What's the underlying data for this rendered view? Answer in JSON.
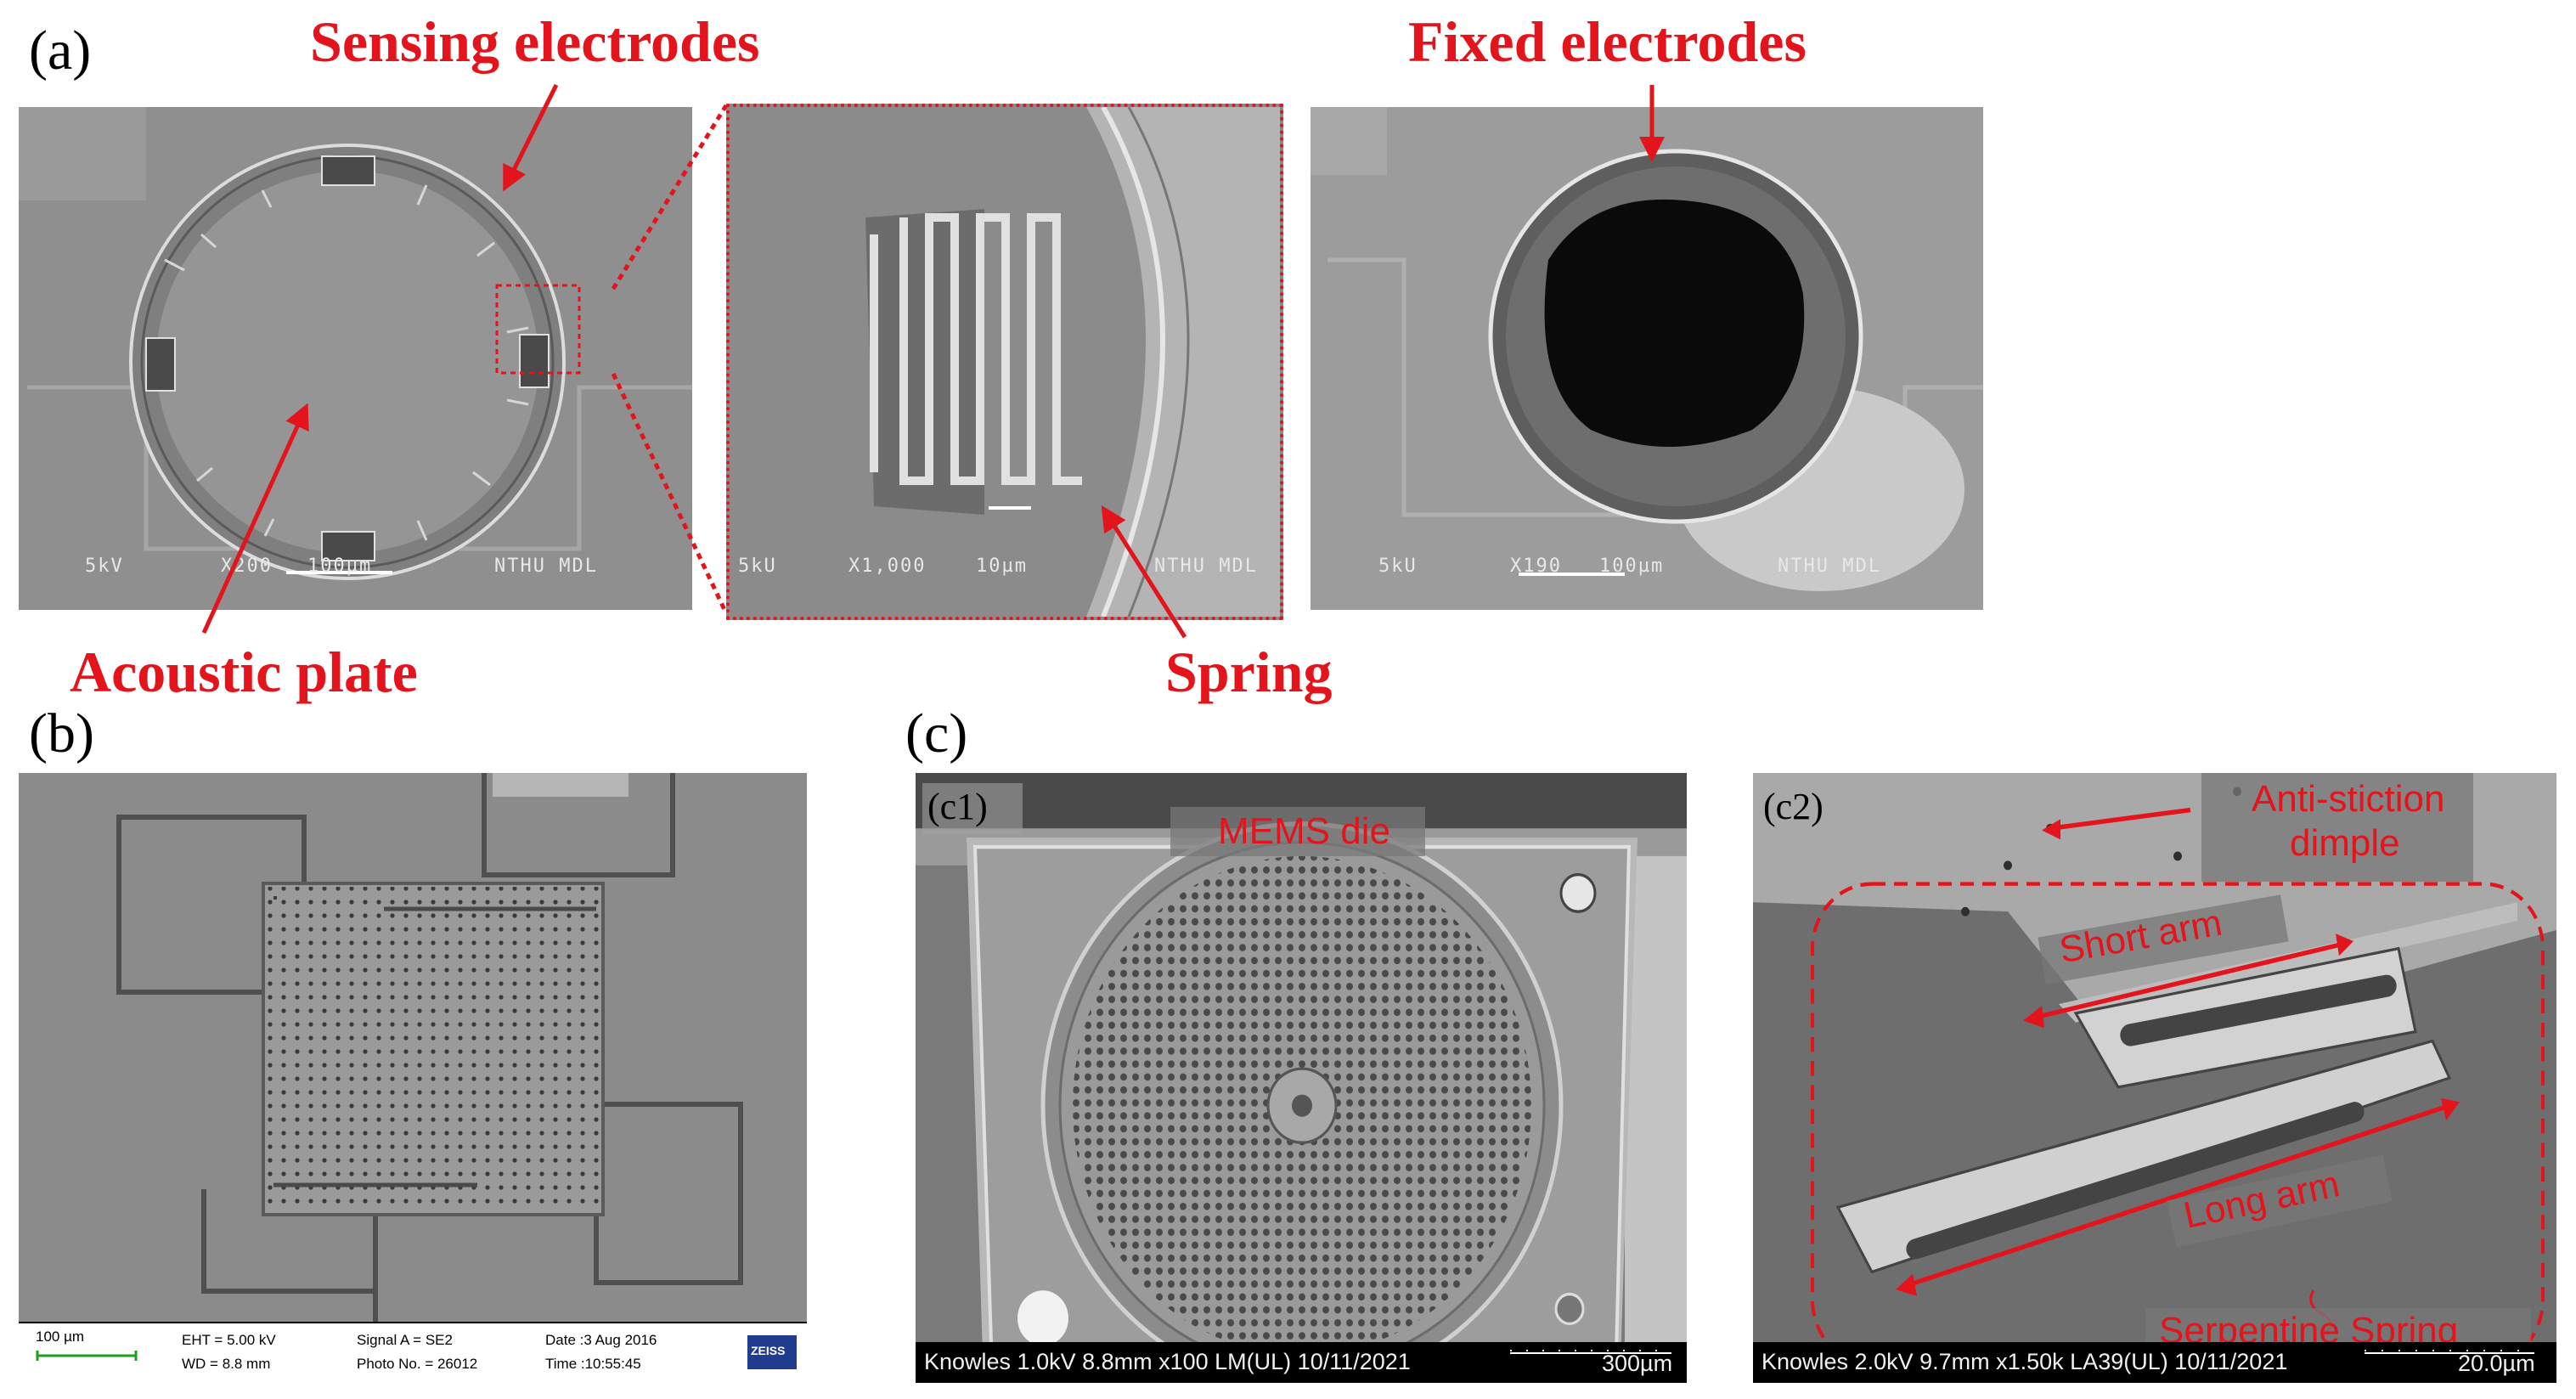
{
  "panels": {
    "a": {
      "letter": "(a)",
      "labels": {
        "sensing": "Sensing electrodes",
        "fixed": "Fixed electrodes",
        "acoustic": "Acoustic plate",
        "spring": "Spring"
      },
      "sem1": {
        "kv": "5kV",
        "mag": "X200",
        "scale": "100µm",
        "lab": "NTHU MDL"
      },
      "sem2": {
        "kv": "5kU",
        "mag": "X1,000",
        "scale": "10µm",
        "lab": "NTHU MDL"
      },
      "sem3": {
        "kv": "5kU",
        "mag": "X190",
        "scale": "100µm",
        "lab": "NTHU MDL"
      }
    },
    "b": {
      "letter": "(b)",
      "scale": "100 µm",
      "eht": "EHT = 5.00 kV",
      "wd": "WD = 8.8 mm",
      "signal": "Signal A = SE2",
      "photo": "Photo No. = 26012",
      "date": "Date :3 Aug 2016",
      "time": "Time :10:55:45",
      "brand": "ZEISS"
    },
    "c": {
      "letter": "(c)",
      "c1": {
        "letter": "(c1)",
        "label": "MEMS die",
        "bar": "Knowles 1.0kV 8.8mm x100 LM(UL) 10/11/2021",
        "scale": "300µm"
      },
      "c2": {
        "letter": "(c2)",
        "anti_line1": "Anti-stiction",
        "anti_line2": "dimple",
        "short": "Short arm",
        "long": "Long arm",
        "serp": "Serpentine Spring",
        "bar": "Knowles 2.0kV 9.7mm x1.50k LA39(UL) 10/11/2021",
        "scale": "20.0µm"
      }
    }
  }
}
